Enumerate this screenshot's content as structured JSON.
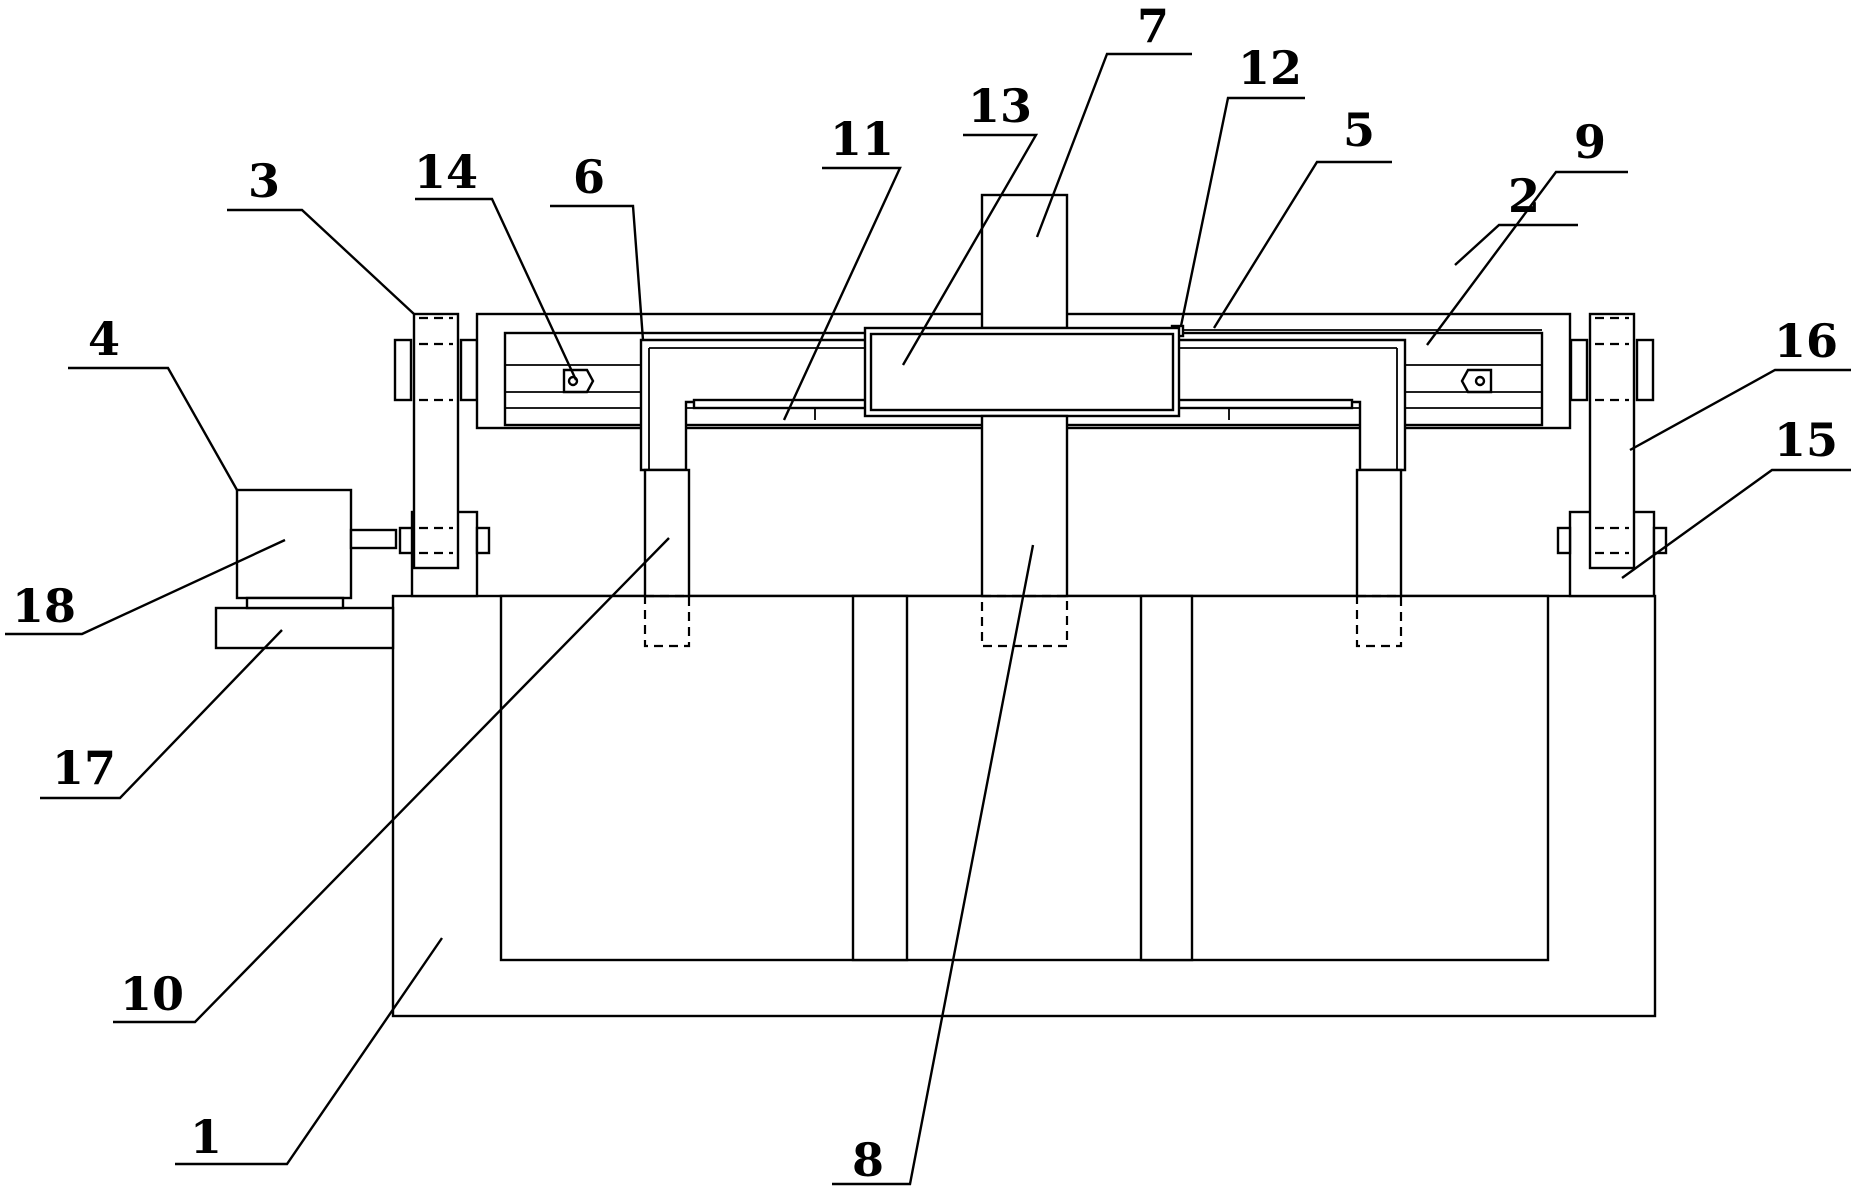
{
  "labels": [
    {
      "id": "1",
      "text": "1"
    },
    {
      "id": "2",
      "text": "2"
    },
    {
      "id": "3",
      "text": "3"
    },
    {
      "id": "4",
      "text": "4"
    },
    {
      "id": "5",
      "text": "5"
    },
    {
      "id": "6",
      "text": "6"
    },
    {
      "id": "7",
      "text": "7"
    },
    {
      "id": "8",
      "text": "8"
    },
    {
      "id": "9",
      "text": "9"
    },
    {
      "id": "10",
      "text": "10"
    },
    {
      "id": "11",
      "text": "11"
    },
    {
      "id": "12",
      "text": "12"
    },
    {
      "id": "13",
      "text": "13"
    },
    {
      "id": "14",
      "text": "14"
    },
    {
      "id": "15",
      "text": "15"
    },
    {
      "id": "16",
      "text": "16"
    },
    {
      "id": "17",
      "text": "17"
    },
    {
      "id": "18",
      "text": "18"
    }
  ]
}
